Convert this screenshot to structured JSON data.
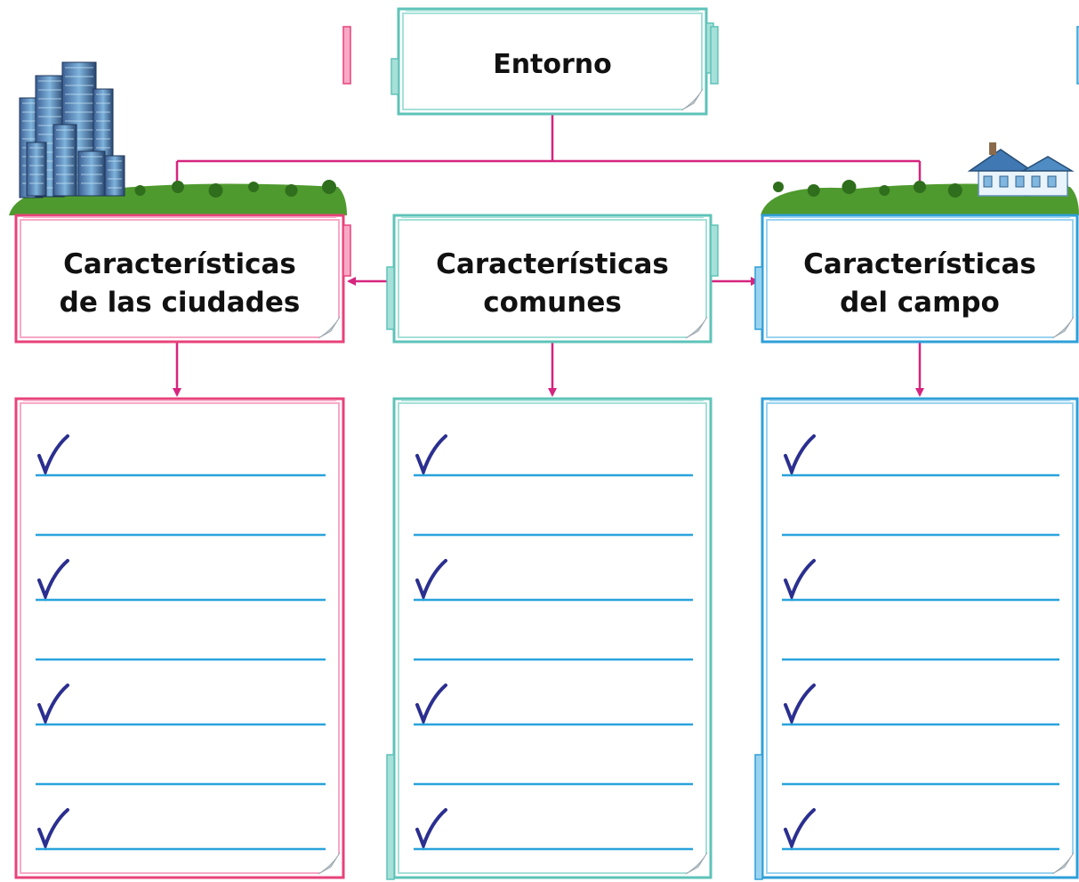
{
  "root": {
    "label": "Entorno",
    "accent": "#5ec3b8"
  },
  "categories": [
    {
      "key": "city",
      "lines": [
        "Características",
        "de las ciudades"
      ],
      "accent": "#e8427a",
      "light": "#f7a9c6",
      "illustration": "city-buildings-icon"
    },
    {
      "key": "common",
      "lines": [
        "Características",
        "comunes"
      ],
      "accent": "#5ec3b8",
      "light": "#a6e0d9",
      "illustration": ""
    },
    {
      "key": "country",
      "lines": [
        "Características",
        "del campo"
      ],
      "accent": "#2f9fd8",
      "light": "#9ad3f0",
      "illustration": "country-house-icon"
    }
  ],
  "checklist": {
    "rows": 4,
    "check_color": "#2b2f8f",
    "line_color": "#29a3dc"
  },
  "connector_color": "#d6247f",
  "grass_color": "#4f9a2e"
}
